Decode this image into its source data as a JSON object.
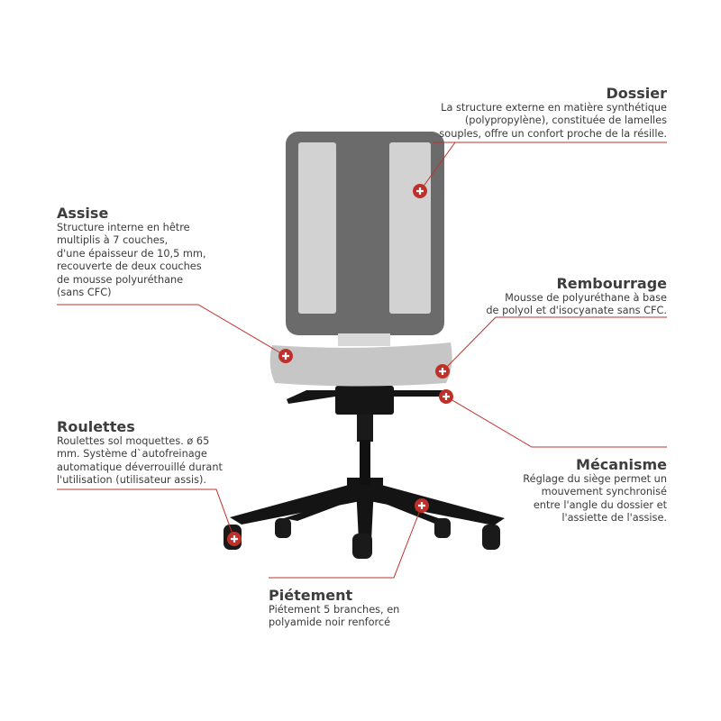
{
  "colors": {
    "accent": "#c0302a",
    "line": "#c0302a"
  },
  "features": {
    "dossier": {
      "title": "Dossier",
      "text": "La structure externe en matière synthétique\n(polypropylène), constituée de lamelles\nsouples, offre un confort proche de la résille."
    },
    "assise": {
      "title": "Assise",
      "text": "Structure interne en hêtre\nmultiplis à 7 couches,\nd'une épaisseur de 10,5 mm,\nrecouverte de deux couches\nde mousse polyuréthane\n(sans CFC)"
    },
    "rembourrage": {
      "title": "Rembourrage",
      "text": "Mousse de polyuréthane à base\nde polyol et d'isocyanate sans CFC."
    },
    "roulettes": {
      "title": "Roulettes",
      "text": "Roulettes sol moquettes. ø 65\nmm. Système d`autofreinage\nautomatique déverrouillé durant\nl'utilisation (utilisateur assis)."
    },
    "mecanisme": {
      "title": "Mécanisme",
      "text": "Réglage du siège permet un\nmouvement synchronisé\nentre l'angle du dossier et\nl'assiette de l'assise."
    },
    "pietement": {
      "title": "Piétement",
      "text": "Piétement 5 branches, en\npolyamide noir renforcé"
    }
  }
}
